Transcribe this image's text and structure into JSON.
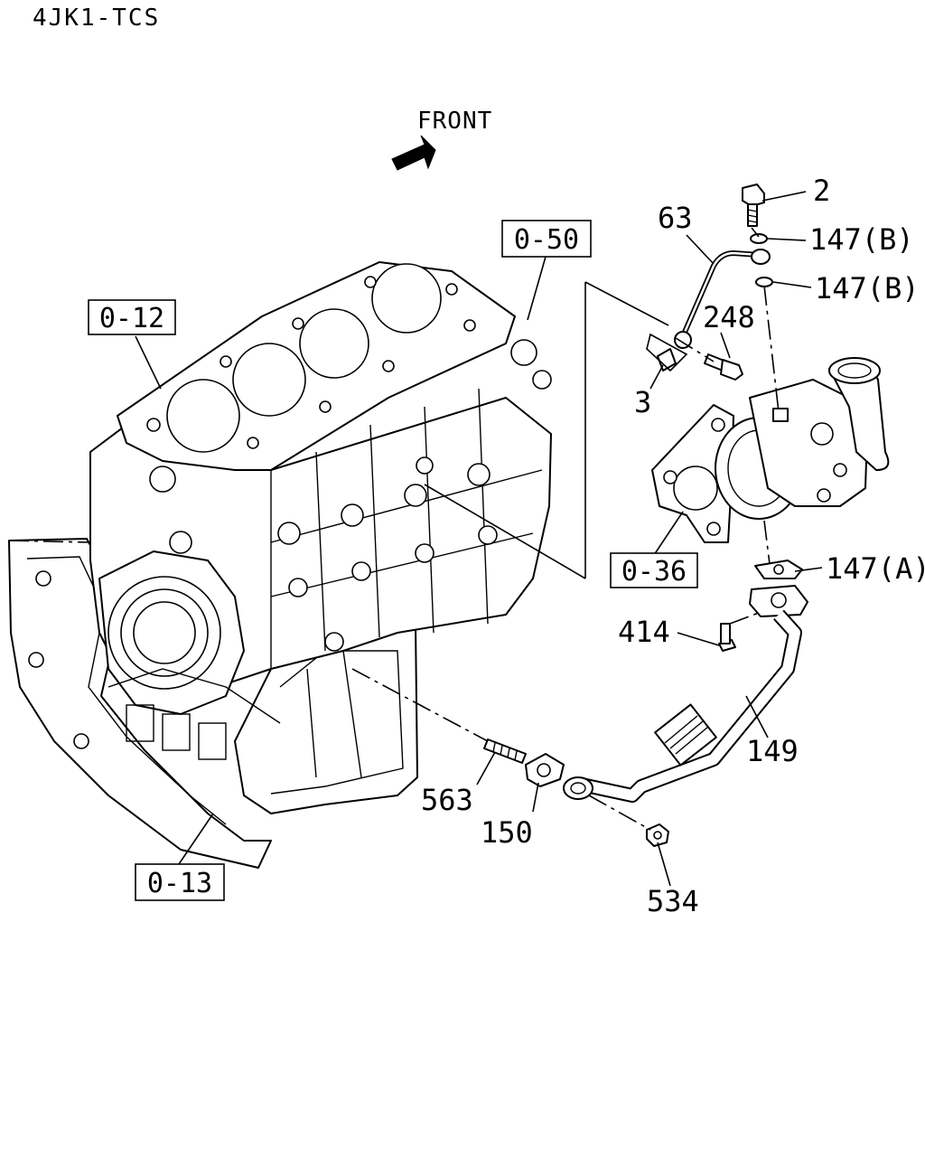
{
  "header": {
    "model_code": "4JK1-TCS"
  },
  "orientation": {
    "front_label": "FRONT"
  },
  "reference_labels": {
    "ref_0_12": "0-12",
    "ref_0_50": "0-50",
    "ref_0_36": "0-36",
    "ref_0_13": "0-13"
  },
  "callouts": {
    "c2": "2",
    "c63": "63",
    "c147b_1": "147(B)",
    "c147b_2": "147(B)",
    "c248": "248",
    "c3": "3",
    "c147a": "147(A)",
    "c414": "414",
    "c149": "149",
    "c563": "563",
    "c150": "150",
    "c534": "534"
  },
  "icons": {
    "front_arrow": "front-arrow-icon"
  }
}
